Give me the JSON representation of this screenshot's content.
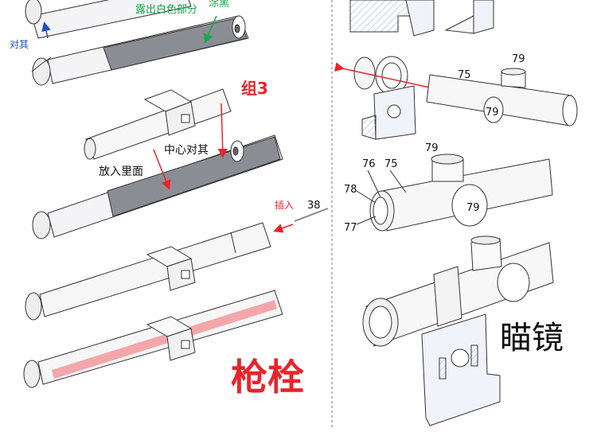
{
  "left_panel": {
    "label_dui_qi": "对其",
    "label_expose": "露出白色部分",
    "label_paint": "涂黑",
    "label_group3": "组3",
    "label_place_inside": "放入里面",
    "label_center_align": "中心对其",
    "label_insert": "插入",
    "label_part_38": "38",
    "title_bolt": "枪栓"
  },
  "right_panel": {
    "parts": {
      "p79_top": "79",
      "p75_top": "75",
      "p79_mid": "79",
      "p79_b": "79",
      "p76": "76",
      "p75_b": "75",
      "p78": "78",
      "p79_c": "79",
      "p77": "77"
    },
    "title_scope": "瞄镜"
  },
  "colors": {
    "red_annotation": "#e8242b",
    "blue_arrow": "#1f4fbf",
    "green_text": "#17a64a",
    "body_gray": "#8b8d95",
    "outline": "#333333",
    "divider": "#777777"
  }
}
